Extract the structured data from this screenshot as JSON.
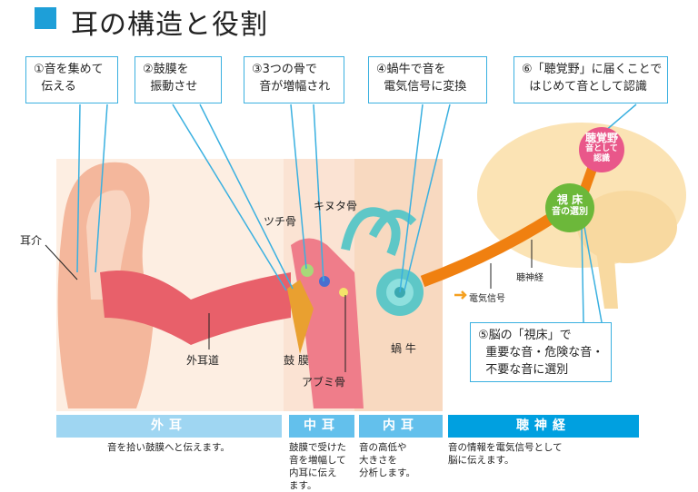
{
  "title": "耳の構造と役割",
  "callouts": [
    "①音を集めて\n  伝える",
    "②鼓膜を\n  振動させ",
    "③3つの骨で\n  音が増幅され",
    "④蝸牛で音を\n  電気信号に変換",
    "⑥「聴覚野」に届くことで\n  はじめて音として認識",
    "⑤脳の「視床」で\n  重要な音・危険な音・\n  不要な音に選別"
  ],
  "labels": {
    "pinna": "耳介",
    "canal": "外耳道",
    "eardrum": "鼓 膜",
    "hammer": "ツチ骨",
    "anvil": "キヌタ骨",
    "stirrup": "アブミ骨",
    "cochlea": "蝸 牛",
    "nerve": "聴神経",
    "signal": "電気信号"
  },
  "brain": {
    "auditory_title": "聴覚野",
    "auditory_sub": "音として\n認識",
    "thalamus_title": "視 床",
    "thalamus_sub": "音の選別"
  },
  "sections": [
    {
      "label": "外耳",
      "desc": "音を拾い鼓膜へと伝えます。",
      "color": "#9fd6f2"
    },
    {
      "label": "中耳",
      "desc": "鼓膜で受けた\n音を増幅して\n内耳に伝え\nます。",
      "color": "#63c0ec"
    },
    {
      "label": "内耳",
      "desc": "音の高低や\n大きさを\n分析します。",
      "color": "#63c0ec"
    },
    {
      "label": "聴神経",
      "desc": "音の情報を電気信号として\n脳に伝えます。",
      "color": "#00a0e0"
    }
  ]
}
